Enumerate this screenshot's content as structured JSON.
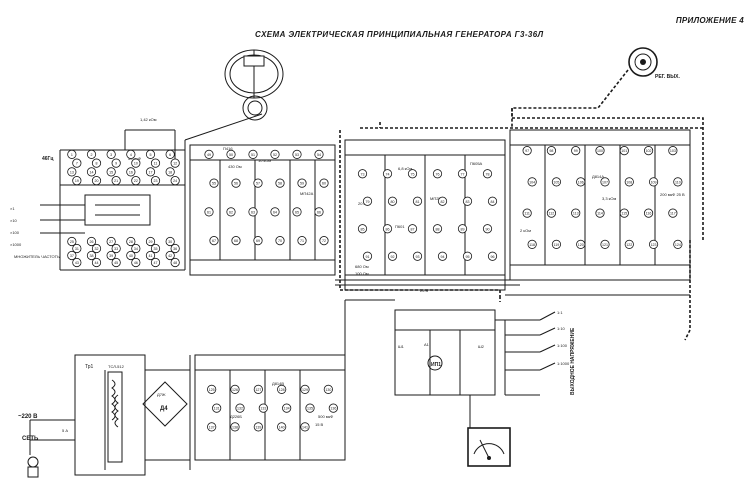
{
  "header": {
    "title": "СХЕМА ЭЛЕКТРИЧЕСКАЯ ПРИНЦИПИАЛЬНАЯ ГЕНЕРАТОРА Г3-36Л",
    "appendix": "ПРИЛОЖЕНИЕ 4"
  },
  "labels": {
    "mains_voltage": "~220 В",
    "mains_switch": "СЕТЬ",
    "fuse": "5 А",
    "transformer": "Тр1",
    "transformer_type": "ТСЛ-512",
    "diode_bridge": "Д7Ж",
    "diode_bridge_ref": "Д4",
    "freq_multiplier": "МНОЖИТЕЛЬ ЧАСТОТЫ",
    "multiplier_x1": "×1",
    "multiplier_x10": "×10",
    "multiplier_x100": "×100",
    "multiplier_x1000": "×1000",
    "freq_hz": "46Гц",
    "output_voltage": "ВЫХОДНОЕ НАПРЯЖЕНИЕ",
    "reg_out": "РЕГ. ВЫХ.",
    "attenuator_1": "1:1",
    "attenuator_2": "1:10",
    "attenuator_3": "1:100",
    "attenuator_4": "1:1000",
    "transistor_a": "П416",
    "transistor_b": "МП42А",
    "transistor_c": "П601",
    "transistor_d": "МП25А",
    "transistor_e": "П605А",
    "zener_a": "Д814А",
    "zener_b": "Д814В",
    "diode_a": "Д226Б",
    "res_a": "10 кОм",
    "res_b": "6,8 кОм",
    "res_c": "430 Ом",
    "res_d": "3,3 кОм",
    "res_e": "100 Ом",
    "res_f": "680 Ом",
    "res_g": "2 кОм",
    "cap_a": "50 мкФ",
    "cap_b": "20 мкФ",
    "cap_c": "1,42 кОм",
    "cap_d": "200 мкФ 25 В",
    "cap_e": "500 мкФ",
    "volt_a": "25 В",
    "volt_b": "15 В",
    "meter": "ИП1",
    "node_a": "А1",
    "node_b": "Ш1",
    "node_c": "Ш2"
  },
  "component_numbers": [
    "1",
    "2",
    "3",
    "4",
    "5",
    "6",
    "7",
    "8",
    "9",
    "10",
    "11",
    "12",
    "13",
    "14",
    "15",
    "16",
    "17",
    "18",
    "19",
    "20",
    "21",
    "22",
    "23",
    "24",
    "25",
    "26",
    "27",
    "28",
    "29",
    "30",
    "31",
    "32",
    "33",
    "34",
    "35",
    "36",
    "37",
    "38",
    "39",
    "40",
    "41",
    "42",
    "43",
    "44",
    "45",
    "46",
    "47",
    "48",
    "49",
    "50",
    "51",
    "52",
    "53",
    "54",
    "55",
    "56",
    "57",
    "58",
    "59",
    "60",
    "61",
    "62",
    "63",
    "64",
    "65",
    "66",
    "67",
    "68",
    "69",
    "70",
    "71",
    "72",
    "73",
    "74",
    "75",
    "76",
    "77",
    "78",
    "79",
    "80",
    "81",
    "82",
    "83",
    "84",
    "85",
    "86",
    "87",
    "88",
    "89",
    "90",
    "91",
    "92",
    "93",
    "94",
    "95",
    "96",
    "97",
    "98",
    "99",
    "100",
    "101",
    "102",
    "103",
    "104",
    "105",
    "106",
    "107",
    "108",
    "109",
    "110",
    "111",
    "112",
    "113",
    "114",
    "115",
    "116",
    "117",
    "118",
    "119",
    "120",
    "121",
    "122",
    "123",
    "124",
    "125",
    "126",
    "127",
    "128",
    "129",
    "130",
    "131",
    "132",
    "133",
    "134",
    "135",
    "136",
    "137",
    "138",
    "139",
    "140",
    "141"
  ]
}
